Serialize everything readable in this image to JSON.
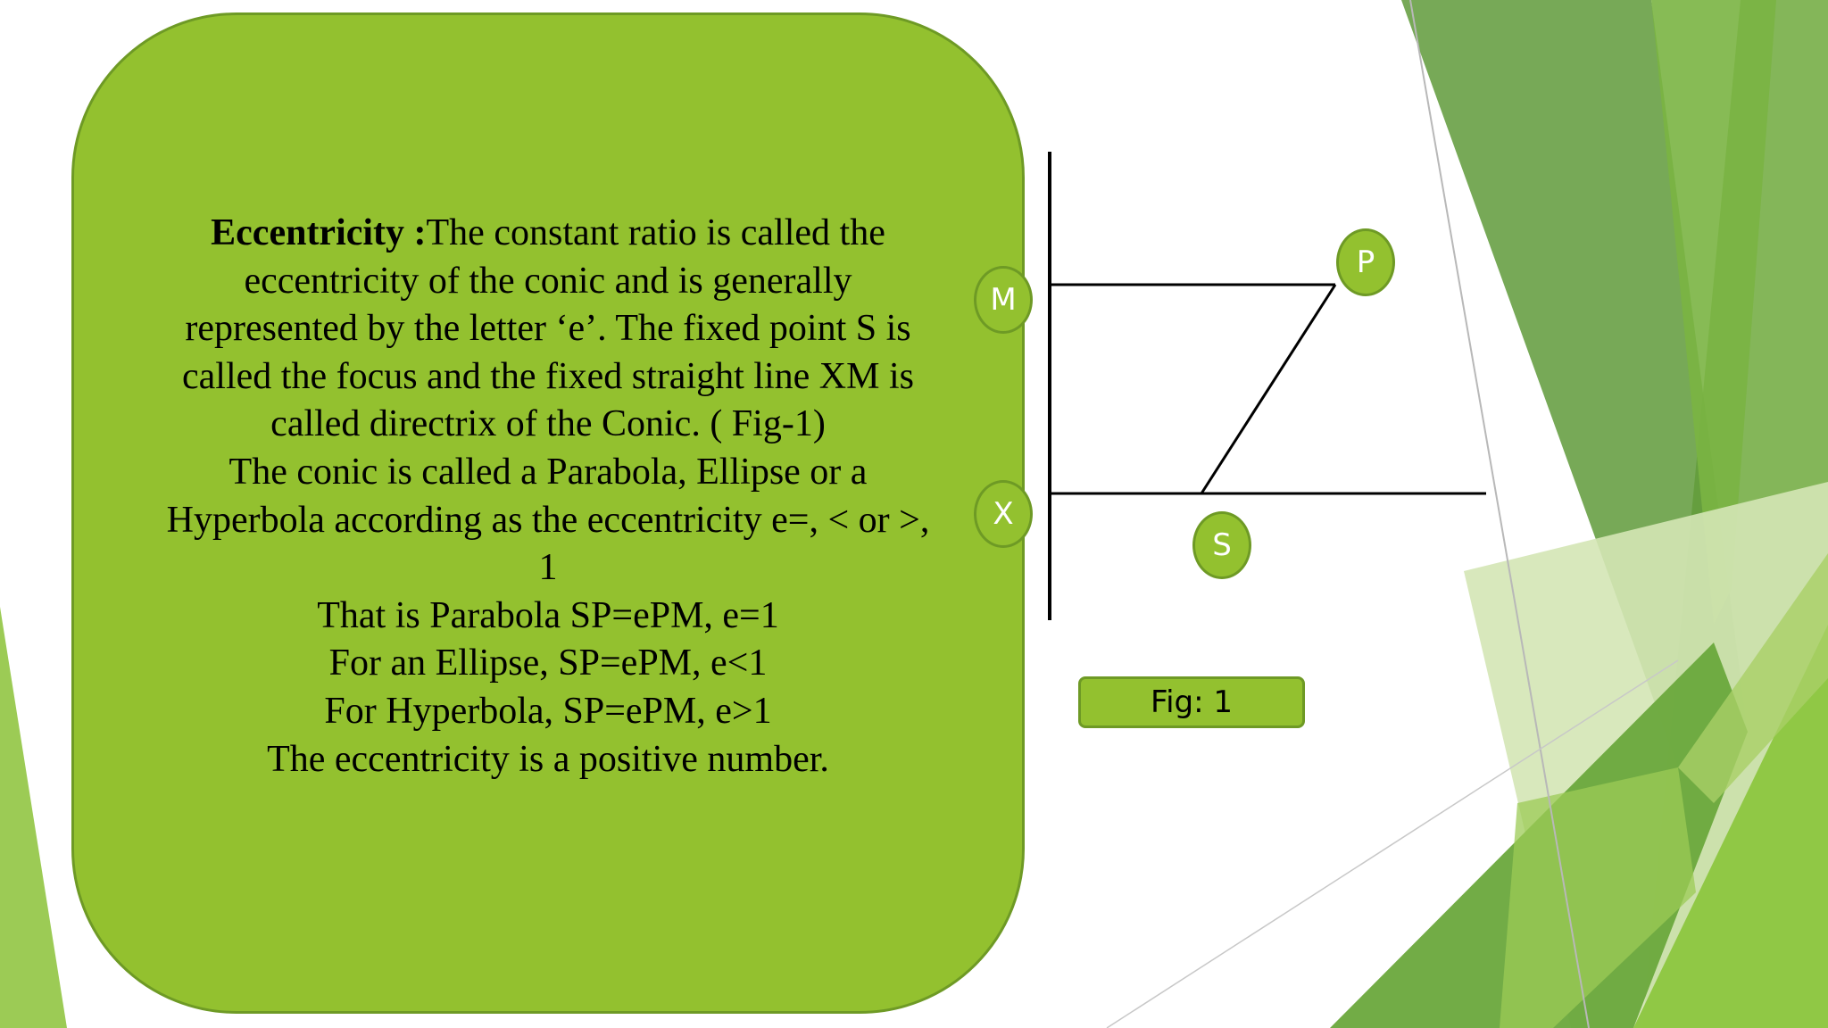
{
  "definition": {
    "term": "Eccentricity :",
    "lines": [
      "The constant ratio is called the",
      "eccentricity of the conic and is generally",
      "represented by the letter ‘e’. The fixed point S is",
      "called the focus and the fixed straight line XM is",
      "called directrix of the Conic. ( Fig-1)",
      "The conic is called a Parabola, Ellipse or a",
      "Hyperbola according as the eccentricity e=, < or >,",
      "1",
      "That is Parabola SP=ePM, e=1",
      "For an Ellipse, SP=ePM, e<1",
      "For Hyperbola, SP=ePM, e>1",
      "The eccentricity is a positive number."
    ]
  },
  "figure": {
    "points": {
      "m": "M",
      "p": "P",
      "x": "X",
      "s": "S"
    },
    "caption": "Fig: 1"
  },
  "theme": {
    "panel_fill": "#93c12f",
    "panel_border": "#6e9a25",
    "accent_dark": "#5f9a3a",
    "accent_light": "#8cc63f"
  }
}
